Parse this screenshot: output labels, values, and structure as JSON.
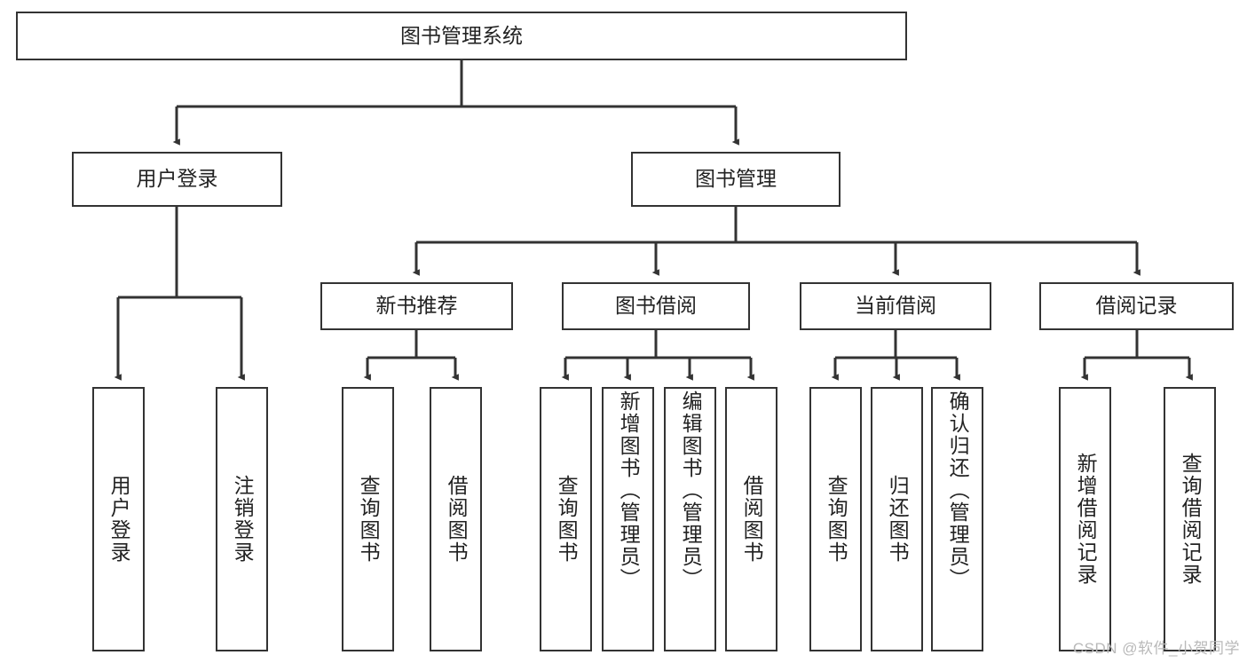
{
  "diagram": {
    "title": "图书管理系统",
    "type": "tree",
    "watermark": "CSDN @软件_小贺同学",
    "colors": {
      "box_border": "#333333",
      "box_fill": "#ffffff",
      "edge": "#333333",
      "text": "#222222",
      "watermark": "#b9b9b9"
    },
    "levels": {
      "root": [
        "图书管理系统"
      ],
      "level2": [
        "用户登录",
        "图书管理"
      ],
      "level3": [
        "新书推荐",
        "图书借阅",
        "当前借阅",
        "借阅记录"
      ],
      "leaves": [
        "用户登录",
        "注销登录",
        "查询图书",
        "借阅图书",
        "查询图书",
        "新增图书（管理员）",
        "编辑图书（管理员）",
        "借阅图书",
        "查询图书",
        "归还图书",
        "确认归还（管理员）",
        "新增借阅记录",
        "查询借阅记录"
      ]
    },
    "nodes": {
      "root": {
        "label": "图书管理系统"
      },
      "user_login": {
        "label": "用户登录"
      },
      "book_manage": {
        "label": "图书管理"
      },
      "new_book_rec": {
        "label": "新书推荐"
      },
      "book_borrow": {
        "label": "图书借阅"
      },
      "current_borrow": {
        "label": "当前借阅"
      },
      "borrow_record": {
        "label": "借阅记录"
      },
      "leaf_user_login": {
        "label": "用户登录"
      },
      "leaf_logout": {
        "label": "注销登录"
      },
      "leaf_query_book_1": {
        "label": "查询图书"
      },
      "leaf_borrow_book_1": {
        "label": "借阅图书"
      },
      "leaf_query_book_2": {
        "label": "查询图书"
      },
      "leaf_add_book_admin": {
        "label": "新增图书（管理员）"
      },
      "leaf_edit_book_admin": {
        "label": "编辑图书（管理员）"
      },
      "leaf_borrow_book_2": {
        "label": "借阅图书"
      },
      "leaf_query_book_3": {
        "label": "查询图书"
      },
      "leaf_return_book": {
        "label": "归还图书"
      },
      "leaf_confirm_return_admin": {
        "label": "确认归还（管理员）"
      },
      "leaf_add_borrow_record": {
        "label": "新增借阅记录"
      },
      "leaf_query_borrow_record": {
        "label": "查询借阅记录"
      }
    },
    "edges": [
      {
        "from": "root",
        "to": "user_login"
      },
      {
        "from": "root",
        "to": "book_manage"
      },
      {
        "from": "user_login",
        "to": "leaf_user_login"
      },
      {
        "from": "user_login",
        "to": "leaf_logout"
      },
      {
        "from": "book_manage",
        "to": "new_book_rec"
      },
      {
        "from": "book_manage",
        "to": "book_borrow"
      },
      {
        "from": "book_manage",
        "to": "current_borrow"
      },
      {
        "from": "book_manage",
        "to": "borrow_record"
      },
      {
        "from": "new_book_rec",
        "to": "leaf_query_book_1"
      },
      {
        "from": "new_book_rec",
        "to": "leaf_borrow_book_1"
      },
      {
        "from": "book_borrow",
        "to": "leaf_query_book_2"
      },
      {
        "from": "book_borrow",
        "to": "leaf_add_book_admin"
      },
      {
        "from": "book_borrow",
        "to": "leaf_edit_book_admin"
      },
      {
        "from": "book_borrow",
        "to": "leaf_borrow_book_2"
      },
      {
        "from": "current_borrow",
        "to": "leaf_query_book_3"
      },
      {
        "from": "current_borrow",
        "to": "leaf_return_book"
      },
      {
        "from": "current_borrow",
        "to": "leaf_confirm_return_admin"
      },
      {
        "from": "borrow_record",
        "to": "leaf_add_borrow_record"
      },
      {
        "from": "borrow_record",
        "to": "leaf_query_borrow_record"
      }
    ]
  }
}
